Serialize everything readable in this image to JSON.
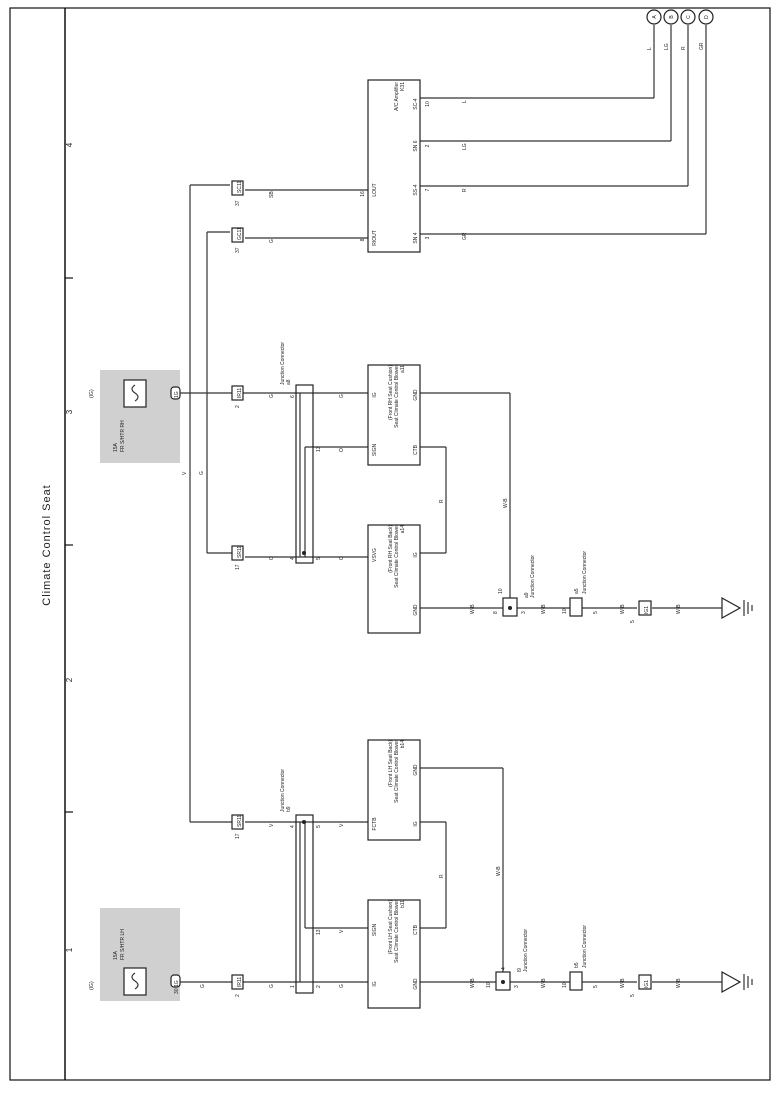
{
  "title": "Climate Control Seat",
  "columns": [
    "1",
    "2",
    "3",
    "4"
  ],
  "fuses": {
    "rh": {
      "amp": "15A",
      "name": "FR S/HTR RH",
      "source": "(IG)",
      "pin": "1G"
    },
    "lh": {
      "amp": "15A",
      "name": "FR S/HTR LH",
      "source": "(IG)",
      "pin": "30 1G"
    }
  },
  "connectors": {
    "amp_name": "A/C Amplifier",
    "amp_code": "K31",
    "jc_a8_code": "a8",
    "jc_a8_name": "Junction Connector",
    "jc_b9_code": "b9",
    "jc_b9_name": "Junction Connector",
    "jc_a9_code": "a9",
    "jc_a9_name": "Junction Connector",
    "jc_a5_code": "a5",
    "jc_a5_name": "Junction Connector",
    "jc_l9_code": "l9",
    "jc_l9_name": "Junction Connector",
    "jc_b5_code": "b5",
    "jc_b5_name": "Junction Connector",
    "b11_code": "a11",
    "b11_name": "Seat Climate Control Blower",
    "b11_sub": "(Front RH Seat Cushion)",
    "b14_code": "a14",
    "b14_name": "Seat Climate Control Blower",
    "b14_sub": "(Front RH Seat Back)",
    "b15_code": "b14",
    "b15_name": "Seat Climate Control Blower",
    "b15_sub": "(Front LH Seat Back)",
    "b16_code": "b11",
    "b16_name": "Seat Climate Control Blower",
    "b16_sub": "(Front LH Seat Cushion)"
  },
  "amp_pins": [
    {
      "terminal": "SC-4",
      "num": "10",
      "wire": "L"
    },
    {
      "terminal": "SN 6",
      "num": "2",
      "wire": "LG"
    },
    {
      "terminal": "SS-4",
      "num": "7",
      "wire": "R"
    },
    {
      "terminal": "SN 4",
      "num": "3",
      "wire": "GR"
    },
    {
      "terminal": "LOUT",
      "num": "16",
      "wire": "SB"
    },
    {
      "terminal": "RIOUT",
      "num": "8",
      "wire": "G"
    }
  ],
  "offpage": [
    {
      "letter": "A",
      "wire": "L"
    },
    {
      "letter": "B",
      "wire": "LG"
    },
    {
      "letter": "C",
      "wire": "R"
    },
    {
      "letter": "D",
      "wire": "GR"
    }
  ],
  "blowers": {
    "rh_cushion": {
      "p1": "IG",
      "p2": "CTB",
      "p3": "SIGN",
      "p4": "GND"
    },
    "rh_back": {
      "p1": "GND",
      "p2": "IG",
      "p3": "VSVG"
    },
    "lh_back": {
      "p1": "GND",
      "p2": "IG",
      "p3": "FCTB"
    },
    "lh_cushion": {
      "p1": "IG",
      "p2": "CTB",
      "p3": "SIGN",
      "p4": "GND"
    }
  },
  "wires": {
    "v": "V",
    "g": "G",
    "r": "R",
    "wb": "W-B",
    "o": "O",
    "sb": "SB",
    "gr": "GR"
  },
  "inline": {
    "sb37": "37",
    "g37": "37",
    "g2a": "2",
    "o17": "17",
    "v17": "17",
    "g2b": "2",
    "conn_sb": "SC11",
    "conn_g1": "GC11",
    "conn_g2": "IR11",
    "conn_o": "SR11",
    "conn_v": "SR11",
    "conn_g3": "IR11",
    "gnd_rh": "5",
    "gnd_lh": "5"
  },
  "grounds": {
    "rh": "IG1",
    "lh": "IG1"
  },
  "pin_numbers": {
    "a8_6": "6",
    "a8_13": "13",
    "a8_4": "4",
    "a8_5": "5",
    "b9_4": "4",
    "b9_5": "5",
    "b9_13": "13",
    "b9_1": "1",
    "b9_2": "2",
    "a9_10": "10",
    "a9_3": "3",
    "a9_8": "8",
    "a5_10": "10",
    "a5_5": "5",
    "l9_10": "10",
    "l9_4": "4",
    "l9_3": "3",
    "b5_10": "10",
    "b5_5": "5"
  }
}
